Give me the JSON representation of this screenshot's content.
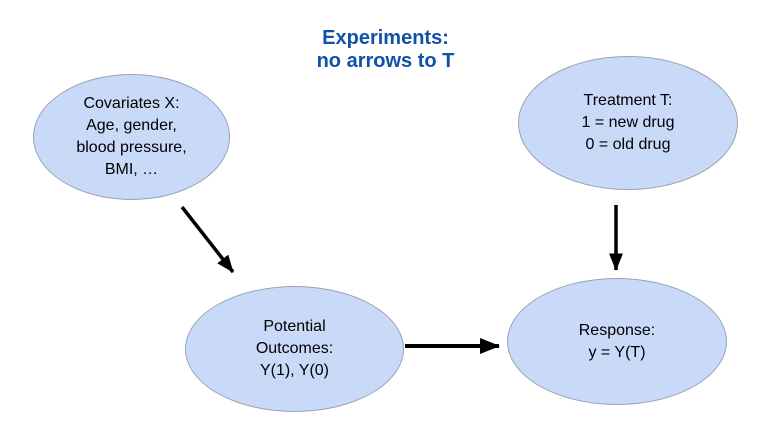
{
  "title": {
    "lines": [
      "Experiments:",
      "no arrows to T"
    ]
  },
  "nodes": {
    "covariates": {
      "lines": [
        "Covariates X:",
        "Age, gender,",
        "blood pressure,",
        "BMI, …"
      ]
    },
    "treatment": {
      "lines": [
        "Treatment T:",
        "1 = new drug",
        "0 = old drug"
      ]
    },
    "potential_outcomes": {
      "lines": [
        "Potential",
        "Outcomes:",
        "Y(1), Y(0)"
      ]
    },
    "response": {
      "lines": [
        "Response:",
        "y = Y(T)"
      ]
    }
  },
  "edges": [
    {
      "from": "covariates",
      "to": "potential_outcomes"
    },
    {
      "from": "potential_outcomes",
      "to": "response"
    },
    {
      "from": "treatment",
      "to": "response"
    }
  ],
  "colors": {
    "node_fill": "#c9daf8",
    "node_border": "#9aa2b1",
    "node_text_color": "#000000",
    "title_color": "#0f52a8",
    "arrow_color": "#000000"
  }
}
